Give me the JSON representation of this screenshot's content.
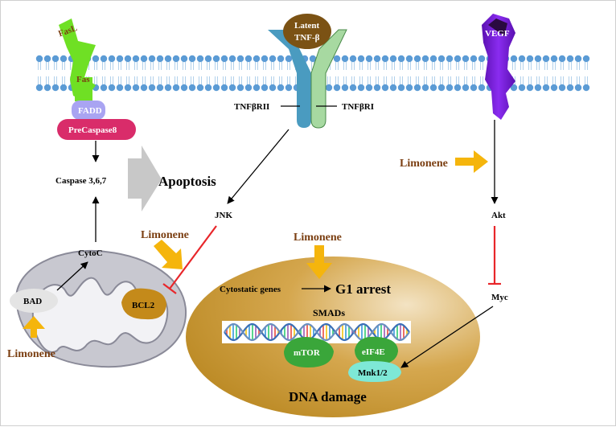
{
  "membrane": {
    "phospholipid_color": "#5b9bd5"
  },
  "receptors": {
    "fasl": "FasL",
    "fas": "Fas",
    "fadd": "FADD",
    "precaspase8": "PreCaspase8",
    "latent_tnf": [
      "Latent",
      "TNF-β"
    ],
    "tnfbrii": "TNFβRII",
    "tnfbri": "TNFβRI",
    "vegf": "VEGF"
  },
  "pathway": {
    "caspase": "Caspase 3,6,7",
    "apoptosis": "Apoptosis",
    "cytoc": "CytoC",
    "bad": "BAD",
    "bcl2": "BCL2",
    "jnk": "JNK",
    "akt": "Akt",
    "myc": "Myc"
  },
  "limonene": {
    "label": "Limonene"
  },
  "nucleus": {
    "cytostatic": "Cytostatic genes",
    "g1_arrest": "G1 arrest",
    "smads": "SMADs",
    "mtor": "mTOR",
    "eif4e": "eIF4E",
    "mnk": "Mnk1/2",
    "dna_damage": "DNA damage"
  },
  "colors": {
    "limonene_arrow": "#f5b50c",
    "limonene_text": "#7b3f12",
    "inhibit": "#e8262a",
    "nucleus": "#c9962e",
    "vegf": "#7a1fd6",
    "fas": "#6fe024"
  }
}
